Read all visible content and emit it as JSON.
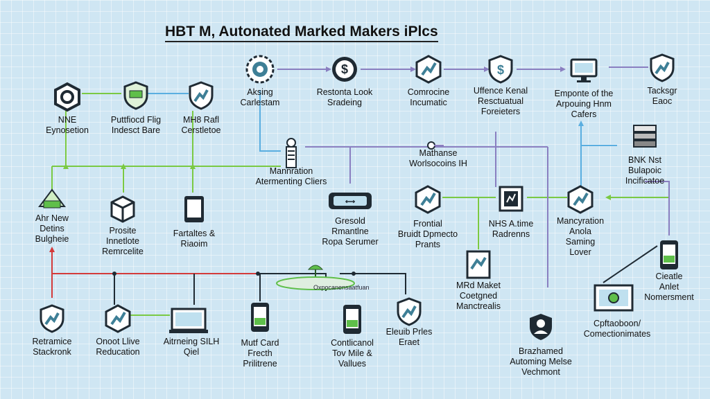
{
  "title": "HBT M, Autonated Marked Makers iPlcs",
  "colors": {
    "background": "#cfe6f3",
    "line_green": "#7ac943",
    "line_blue": "#5aaee0",
    "line_red": "#d43a3a",
    "line_purple": "#8a7fc0",
    "line_dark": "#1f2a33",
    "icon_teal": "#3e7f96",
    "icon_green": "#5fbf4a"
  },
  "nodes": [
    {
      "id": "n-aksing",
      "label": "Aksing\nCarlestam",
      "icon": "gear-badge-icon"
    },
    {
      "id": "n-restonta",
      "label": "Restonta Look\nSradeing",
      "icon": "dollar-circle-icon"
    },
    {
      "id": "n-comrocine",
      "label": "Comrocine\nIncumatic",
      "icon": "hexagon-chart-icon"
    },
    {
      "id": "n-uffence",
      "label": "Uffence Kenal\nResctuatual\nForeieters",
      "icon": "dollar-shield-icon"
    },
    {
      "id": "n-emponte",
      "label": "Emponte of the\nArpouing Hnm\nCafers",
      "icon": "monitor-icon"
    },
    {
      "id": "n-tacksgr",
      "label": "Tacksgr\nEaoc",
      "icon": "shield-chart-icon"
    },
    {
      "id": "n-nne",
      "label": "NNE\nEynosetion",
      "icon": "hex-ring-icon"
    },
    {
      "id": "n-puttfiocd",
      "label": "Puttfiocd Flig\nIndesct Bare",
      "icon": "shield-green-icon"
    },
    {
      "id": "n-mhs",
      "label": "MH8 Rafl\nCerstletoe",
      "icon": "shield-chart-icon"
    },
    {
      "id": "n-mannration",
      "label": "Mannration\nAtermenting Cliers",
      "icon": "server-tower-icon"
    },
    {
      "id": "n-mathanse",
      "label": "Mathanse\nWorlsocoins IH",
      "icon": "link-node-icon"
    },
    {
      "id": "n-bnk",
      "label": "BNK Nst\nBulapoic Incificatoe",
      "icon": "server-stack-icon"
    },
    {
      "id": "n-ahnew",
      "label": "Ahr New\nDetins\nBulgheie",
      "icon": "cube-green-icon"
    },
    {
      "id": "n-prosite",
      "label": "Prosite\nInnetlote\nRemrcelite",
      "icon": "cube-icon"
    },
    {
      "id": "n-fartaltes",
      "label": "Fartaltes &\nRiaoim",
      "icon": "tablet-icon"
    },
    {
      "id": "n-gresold",
      "label": "Gresold\nRmantlne\nRopa Serumer",
      "icon": "router-icon"
    },
    {
      "id": "n-frontial",
      "label": "Frontial\nBruidt Dpmecto\nPrants",
      "icon": "hexagon-chart-icon"
    },
    {
      "id": "n-nhs",
      "label": "NHS A.time\nRadrenns",
      "icon": "chip-icon"
    },
    {
      "id": "n-mancyration",
      "label": "Mancyration\nAnola\nSaming\nLover",
      "icon": "hexagon-chart-icon"
    },
    {
      "id": "n-mrd",
      "label": "MRd Maket\nCoetgned\nManctrealis",
      "icon": "document-icon"
    },
    {
      "id": "n-cieatle",
      "label": "Cieatle\nAnlet\nNomersment",
      "icon": "phone-icon"
    },
    {
      "id": "n-retramice",
      "label": "Retramice\nStackronk",
      "icon": "shield-chart-icon"
    },
    {
      "id": "n-onoot",
      "label": "Onoot Llive\nReducation",
      "icon": "hexagon-chart-icon"
    },
    {
      "id": "n-aitrneing",
      "label": "Aitrneing SILH\nQiel",
      "icon": "laptop-icon"
    },
    {
      "id": "n-mutf",
      "label": "Mutf Card\nFrecth\nPrilitrene",
      "icon": "phone-icon"
    },
    {
      "id": "n-contlicanol",
      "label": "Contlicanol\nTov Mile &\nVallues",
      "icon": "phone-icon"
    },
    {
      "id": "n-eleuib",
      "label": "Eleuib Prles\nEraet",
      "icon": "shield-chart-icon"
    },
    {
      "id": "n-brazhamed",
      "label": "Brazhamed\nAutoming Melse\nVechmont",
      "icon": "shield-avatar-icon"
    },
    {
      "id": "n-cpftaoboon",
      "label": "Cpftaoboon/\nComectionimates",
      "icon": "monitor-gear-icon"
    }
  ],
  "hub": {
    "label": "Oxpocanensaatfuan"
  }
}
